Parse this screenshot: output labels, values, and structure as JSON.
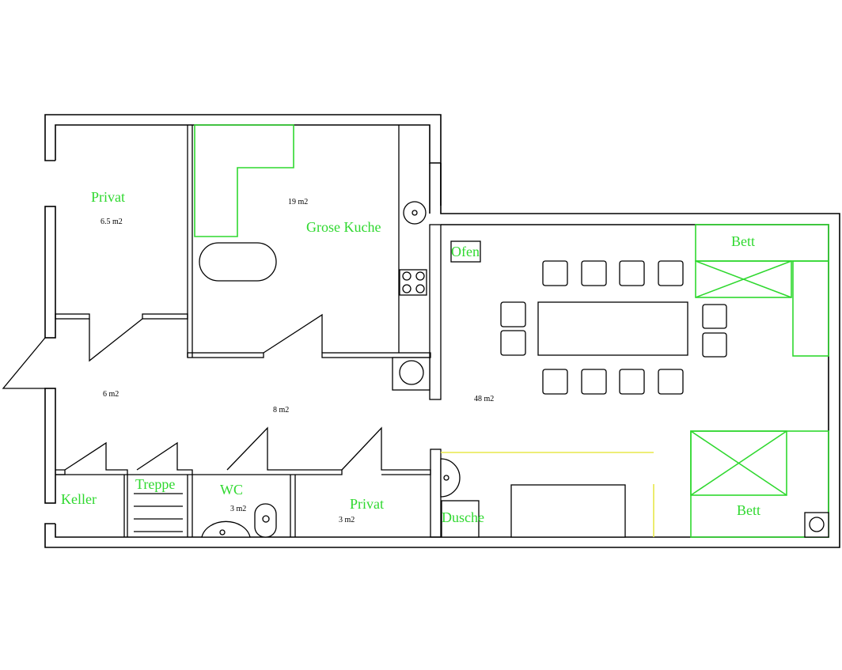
{
  "colors": {
    "label": "#2fd82f",
    "wall": "#000000",
    "furniture_green": "#2fd82f",
    "shower_yellow": "#e8e84a"
  },
  "rooms": {
    "privat_top": {
      "label": "Privat",
      "area": "6.5  m2"
    },
    "kitchen": {
      "label": "Grose Kuche",
      "area": "19  m2"
    },
    "oven": {
      "label": "Ofen"
    },
    "bed_top": {
      "label": "Bett"
    },
    "bed_bottom": {
      "label": "Bett"
    },
    "hall_entry": {
      "area": "6  m2"
    },
    "hall_main": {
      "area": "8  m2"
    },
    "living": {
      "area": "48  m2"
    },
    "keller": {
      "label": "Keller"
    },
    "treppe": {
      "label": "Treppe"
    },
    "wc": {
      "label": "WC",
      "area": "3 m2"
    },
    "privat_bottom": {
      "label": "Privat",
      "area": "3  m2"
    },
    "dusche": {
      "label": "Dusche"
    }
  }
}
